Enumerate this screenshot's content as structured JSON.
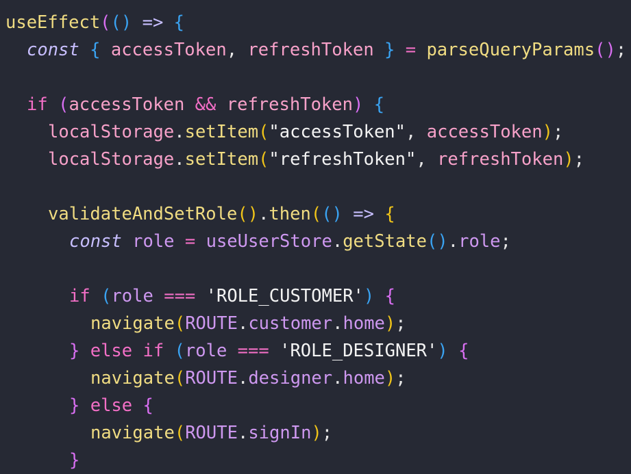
{
  "colors": {
    "background": "#262934",
    "function": "#f0dc82",
    "keyword": "#f26fc6",
    "keyword_italic": "#c8bfff",
    "variable": "#f7a1c9",
    "property": "#ce98f0",
    "string": "#f3f3f3",
    "plain": "#e6e6e6",
    "bracket_gold": "#f0c419",
    "bracket_purple": "#d96ff2",
    "bracket_blue": "#3aa3f2"
  },
  "code": {
    "lines": [
      {
        "indent": 0,
        "tokens": [
          {
            "t": "useEffect",
            "c": "function"
          },
          {
            "t": "(",
            "c": "bracket_purple"
          },
          {
            "t": "()",
            "c": "bracket_blue"
          },
          {
            "t": " => ",
            "c": "keyword_italic"
          },
          {
            "t": "{",
            "c": "bracket_blue"
          }
        ]
      },
      {
        "indent": 1,
        "tokens": [
          {
            "t": "const",
            "c": "keyword_italic",
            "i": true
          },
          {
            "t": " ",
            "c": "plain"
          },
          {
            "t": "{",
            "c": "bracket_blue"
          },
          {
            "t": " accessToken",
            "c": "variable"
          },
          {
            "t": ", ",
            "c": "plain"
          },
          {
            "t": "refreshToken",
            "c": "variable"
          },
          {
            "t": " ",
            "c": "plain"
          },
          {
            "t": "}",
            "c": "bracket_blue"
          },
          {
            "t": " = ",
            "c": "keyword"
          },
          {
            "t": "parseQueryParams",
            "c": "function"
          },
          {
            "t": "()",
            "c": "bracket_purple"
          },
          {
            "t": ";",
            "c": "plain"
          }
        ]
      },
      {
        "indent": 0,
        "tokens": []
      },
      {
        "indent": 1,
        "tokens": [
          {
            "t": "if",
            "c": "keyword"
          },
          {
            "t": " ",
            "c": "plain"
          },
          {
            "t": "(",
            "c": "bracket_purple"
          },
          {
            "t": "accessToken",
            "c": "variable"
          },
          {
            "t": " && ",
            "c": "keyword"
          },
          {
            "t": "refreshToken",
            "c": "variable"
          },
          {
            "t": ")",
            "c": "bracket_purple"
          },
          {
            "t": " ",
            "c": "plain"
          },
          {
            "t": "{",
            "c": "bracket_blue"
          }
        ]
      },
      {
        "indent": 2,
        "tokens": [
          {
            "t": "localStorage",
            "c": "variable"
          },
          {
            "t": ".",
            "c": "plain"
          },
          {
            "t": "setItem",
            "c": "function"
          },
          {
            "t": "(",
            "c": "bracket_gold"
          },
          {
            "t": "\"accessToken\"",
            "c": "string"
          },
          {
            "t": ", ",
            "c": "plain"
          },
          {
            "t": "accessToken",
            "c": "variable"
          },
          {
            "t": ")",
            "c": "bracket_gold"
          },
          {
            "t": ";",
            "c": "plain"
          }
        ]
      },
      {
        "indent": 2,
        "tokens": [
          {
            "t": "localStorage",
            "c": "variable"
          },
          {
            "t": ".",
            "c": "plain"
          },
          {
            "t": "setItem",
            "c": "function"
          },
          {
            "t": "(",
            "c": "bracket_gold"
          },
          {
            "t": "\"refreshToken\"",
            "c": "string"
          },
          {
            "t": ", ",
            "c": "plain"
          },
          {
            "t": "refreshToken",
            "c": "variable"
          },
          {
            "t": ")",
            "c": "bracket_gold"
          },
          {
            "t": ";",
            "c": "plain"
          }
        ]
      },
      {
        "indent": 0,
        "tokens": []
      },
      {
        "indent": 2,
        "tokens": [
          {
            "t": "validateAndSetRole",
            "c": "function"
          },
          {
            "t": "()",
            "c": "bracket_gold"
          },
          {
            "t": ".",
            "c": "plain"
          },
          {
            "t": "then",
            "c": "function"
          },
          {
            "t": "(",
            "c": "bracket_gold"
          },
          {
            "t": "()",
            "c": "bracket_blue"
          },
          {
            "t": " => ",
            "c": "keyword_italic"
          },
          {
            "t": "{",
            "c": "bracket_gold"
          }
        ]
      },
      {
        "indent": 3,
        "tokens": [
          {
            "t": "const",
            "c": "keyword_italic",
            "i": true
          },
          {
            "t": " role",
            "c": "property"
          },
          {
            "t": " = ",
            "c": "keyword"
          },
          {
            "t": "useUserStore",
            "c": "property"
          },
          {
            "t": ".",
            "c": "plain"
          },
          {
            "t": "getState",
            "c": "function"
          },
          {
            "t": "()",
            "c": "bracket_blue"
          },
          {
            "t": ".",
            "c": "plain"
          },
          {
            "t": "role",
            "c": "property"
          },
          {
            "t": ";",
            "c": "plain"
          }
        ]
      },
      {
        "indent": 0,
        "tokens": []
      },
      {
        "indent": 3,
        "tokens": [
          {
            "t": "if",
            "c": "keyword"
          },
          {
            "t": " ",
            "c": "plain"
          },
          {
            "t": "(",
            "c": "bracket_blue"
          },
          {
            "t": "role",
            "c": "property"
          },
          {
            "t": " === ",
            "c": "keyword"
          },
          {
            "t": "'ROLE_CUSTOMER'",
            "c": "string"
          },
          {
            "t": ")",
            "c": "bracket_blue"
          },
          {
            "t": " ",
            "c": "plain"
          },
          {
            "t": "{",
            "c": "bracket_purple"
          }
        ]
      },
      {
        "indent": 4,
        "tokens": [
          {
            "t": "navigate",
            "c": "function"
          },
          {
            "t": "(",
            "c": "bracket_gold"
          },
          {
            "t": "ROUTE",
            "c": "property"
          },
          {
            "t": ".",
            "c": "plain"
          },
          {
            "t": "customer",
            "c": "property"
          },
          {
            "t": ".",
            "c": "plain"
          },
          {
            "t": "home",
            "c": "property"
          },
          {
            "t": ")",
            "c": "bracket_gold"
          },
          {
            "t": ";",
            "c": "plain"
          }
        ]
      },
      {
        "indent": 3,
        "tokens": [
          {
            "t": "}",
            "c": "bracket_purple"
          },
          {
            "t": " else if",
            "c": "keyword"
          },
          {
            "t": " ",
            "c": "plain"
          },
          {
            "t": "(",
            "c": "bracket_blue"
          },
          {
            "t": "role",
            "c": "property"
          },
          {
            "t": " === ",
            "c": "keyword"
          },
          {
            "t": "'ROLE_DESIGNER'",
            "c": "string"
          },
          {
            "t": ")",
            "c": "bracket_blue"
          },
          {
            "t": " ",
            "c": "plain"
          },
          {
            "t": "{",
            "c": "bracket_purple"
          }
        ]
      },
      {
        "indent": 4,
        "tokens": [
          {
            "t": "navigate",
            "c": "function"
          },
          {
            "t": "(",
            "c": "bracket_gold"
          },
          {
            "t": "ROUTE",
            "c": "property"
          },
          {
            "t": ".",
            "c": "plain"
          },
          {
            "t": "designer",
            "c": "property"
          },
          {
            "t": ".",
            "c": "plain"
          },
          {
            "t": "home",
            "c": "property"
          },
          {
            "t": ")",
            "c": "bracket_gold"
          },
          {
            "t": ";",
            "c": "plain"
          }
        ]
      },
      {
        "indent": 3,
        "tokens": [
          {
            "t": "}",
            "c": "bracket_purple"
          },
          {
            "t": " else",
            "c": "keyword"
          },
          {
            "t": " ",
            "c": "plain"
          },
          {
            "t": "{",
            "c": "bracket_purple"
          }
        ]
      },
      {
        "indent": 4,
        "tokens": [
          {
            "t": "navigate",
            "c": "function"
          },
          {
            "t": "(",
            "c": "bracket_gold"
          },
          {
            "t": "ROUTE",
            "c": "property"
          },
          {
            "t": ".",
            "c": "plain"
          },
          {
            "t": "signIn",
            "c": "property"
          },
          {
            "t": ")",
            "c": "bracket_gold"
          },
          {
            "t": ";",
            "c": "plain"
          }
        ]
      },
      {
        "indent": 3,
        "tokens": [
          {
            "t": "}",
            "c": "bracket_purple"
          }
        ]
      }
    ]
  }
}
